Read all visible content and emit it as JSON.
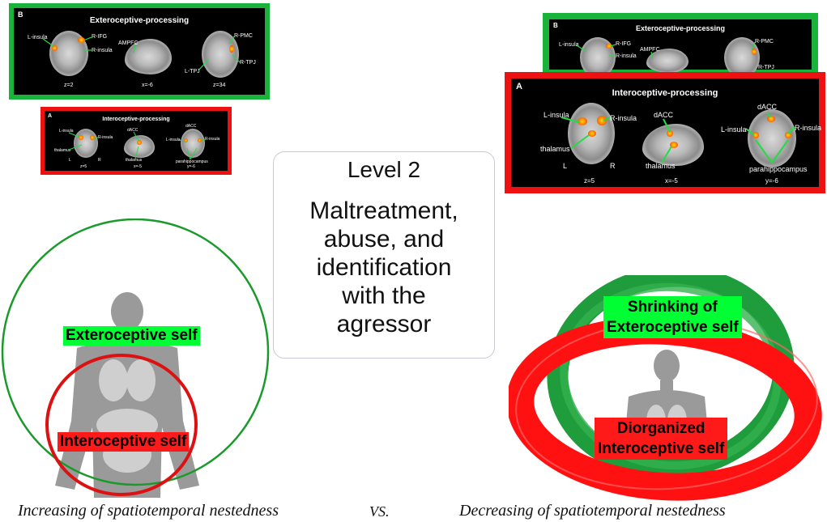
{
  "top_left_exteroceptive_panel": {
    "letter": "B",
    "title": "Exteroceptive-processing",
    "labels": [
      "L-insula",
      "R-IFG",
      "R-insula",
      "AMPFC",
      "R-PMC",
      "L-TPJ",
      "R-TPJ"
    ],
    "slices": [
      "z=2",
      "x=-6",
      "z=34"
    ],
    "border_color": "#19b23a"
  },
  "top_left_interoceptive_panel": {
    "letter": "A",
    "title": "Interoceptive-processing",
    "labels": [
      "L-insula",
      "R-insula",
      "dACC",
      "thalamus",
      "L",
      "R",
      "thalamus",
      "L-insula",
      "R-insula",
      "dACC",
      "parahippocampus"
    ],
    "slices": [
      "z=5",
      "x=-5",
      "y=-6"
    ],
    "border_color": "#ee1111"
  },
  "top_right_exteroceptive_panel": {
    "letter": "B",
    "title": "Exteroceptive-processing",
    "labels": [
      "L-insula",
      "R-IFG",
      "R-insula",
      "AMPFC",
      "R-PMC",
      "R-TPJ"
    ],
    "border_color": "#19b23a"
  },
  "top_right_interoceptive_panel": {
    "letter": "A",
    "title": "Interoceptive-processing",
    "labels": [
      "L-insula",
      "R-insula",
      "dACC",
      "thalamus",
      "L",
      "R",
      "thalamus",
      "L-insula",
      "R-insula",
      "dACC",
      "parahippocampus"
    ],
    "slices": [
      "z=5",
      "x=-5",
      "y=-6"
    ],
    "border_color": "#ee1111"
  },
  "center": {
    "level": "Level 2",
    "lines": [
      "Maltreatment,",
      "abuse, and",
      "identification",
      "with the",
      "agressor"
    ]
  },
  "left_diagram": {
    "exteroceptive_label": "Exteroceptive self",
    "interoceptive_label": "Interoceptive self",
    "outer_circle_color": "#1a9a2a",
    "inner_circle_color": "#dd1111"
  },
  "right_diagram": {
    "exteroceptive_label_line1": "Shrinking of",
    "exteroceptive_label_line2": "Exteroceptive self",
    "interoceptive_label_line1": "Diorganized",
    "interoceptive_label_line2": "Interoceptive self",
    "green_ring_color": "#1f9c3c",
    "red_ring_color": "#ff1111"
  },
  "captions": {
    "left": "Increasing of spatiotemporal nestedness",
    "vs": "VS.",
    "right": "Decreasing of spatiotemporal nestedness"
  }
}
